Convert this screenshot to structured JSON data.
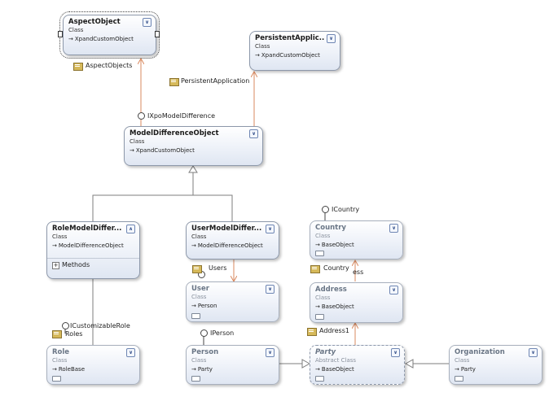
{
  "classes": {
    "aspect_object": {
      "title": "AspectObject",
      "stereotype": "Class",
      "base": "XpandCustomObject"
    },
    "persistent_application": {
      "title": "PersistentApplic...",
      "stereotype": "Class",
      "base": "XpandCustomObject"
    },
    "model_difference_object": {
      "title": "ModelDifferenceObject",
      "stereotype": "Class",
      "base": "XpandCustomObject"
    },
    "role_model_difference": {
      "title": "RoleModelDiffer...",
      "stereotype": "Class",
      "base": "ModelDifferenceObject",
      "methods_label": "Methods"
    },
    "user_model_difference": {
      "title": "UserModelDiffer...",
      "stereotype": "Class",
      "base": "ModelDifferenceObject"
    },
    "country": {
      "title": "Country",
      "stereotype": "Class",
      "base": "BaseObject"
    },
    "user": {
      "title": "User",
      "stereotype": "Class",
      "base": "Person"
    },
    "address": {
      "title": "Address",
      "stereotype": "Class",
      "base": "BaseObject"
    },
    "role": {
      "title": "Role",
      "stereotype": "Class",
      "base": "RoleBase"
    },
    "person": {
      "title": "Person",
      "stereotype": "Class",
      "base": "Party"
    },
    "party": {
      "title": "Party",
      "stereotype": "Abstract Class",
      "base": "BaseObject"
    },
    "organization": {
      "title": "Organization",
      "stereotype": "Class",
      "base": "Party"
    }
  },
  "labels": {
    "aspect_objects": "AspectObjects",
    "persistent_application": "PersistentApplication",
    "ixpo_model_difference": "IXpoModelDifference",
    "icountry": "ICountry",
    "users": "Users",
    "country": "Country",
    "ess": "ess",
    "icustomizable_role": "ICustomizableRole",
    "roles": "Roles",
    "iperson": "IPerson",
    "address1": "Address1"
  },
  "colors": {
    "association": "#d9895f",
    "inheritance": "#8a8a8a"
  }
}
